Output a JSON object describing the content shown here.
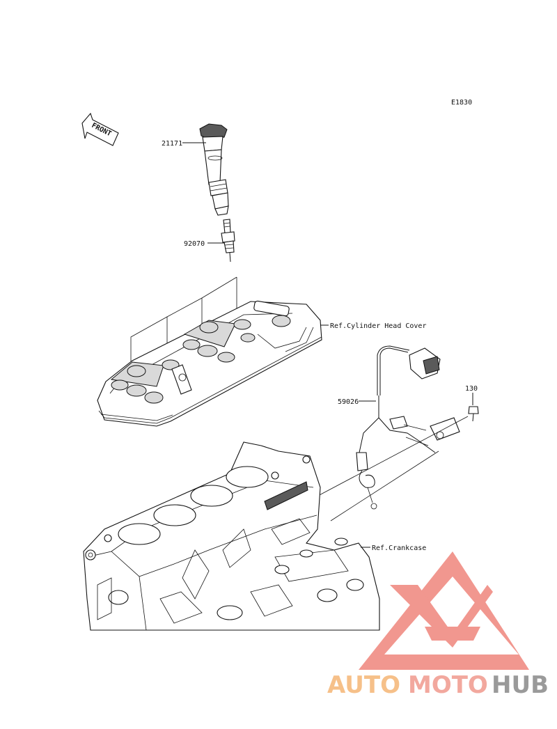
{
  "diagram": {
    "code": "E1830",
    "front_arrow": "FRONT",
    "callouts": {
      "ignition_coil": "21171",
      "spark_plug": "92070",
      "ref_head_cover": "Ref.Cylinder Head Cover",
      "sensor_harness": "59026",
      "bolt": "130",
      "ref_crankcase": "Ref.Crankcase"
    }
  },
  "watermark": {
    "text_part1": "AUTO",
    "text_part2": "MOTO",
    "text_part3": "HUB",
    "colors": {
      "logo": "#f08f86",
      "auto": "#f6c089",
      "moto": "#f2a89e",
      "hub": "#9a9a9a"
    }
  }
}
